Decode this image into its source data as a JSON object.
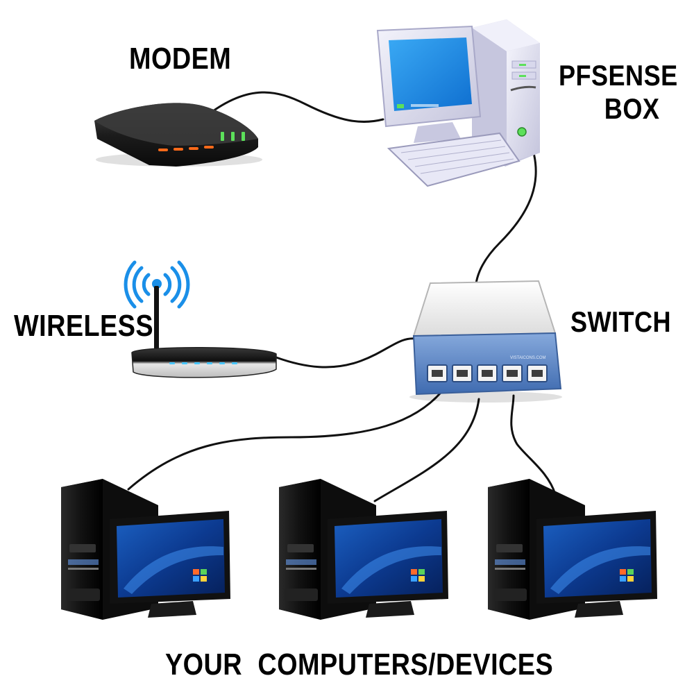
{
  "labels": {
    "modem": "MODEM",
    "pfsense_line1": "PFSENSE",
    "pfsense_line2": "BOX",
    "switch": "SWITCH",
    "wireless": "WIRELESS",
    "bottom_part1": "YOUR",
    "bottom_part2": "COMPUTERS/DEVICES"
  },
  "switch_brand": "VISTAICONS.COM",
  "colors": {
    "cable": "#111111",
    "modem_body": "#1c1c1c",
    "modem_green_led": "#5ce05a",
    "modem_orange_led": "#ff6a1a",
    "pc_beige": "#dcdcf0",
    "pc_screen": "#1f8fe6",
    "switch_blue": "#5a86c6",
    "switch_top": "#f2f2f2",
    "wifi_blue": "#1a8fe8",
    "router_led": "#49c6ff",
    "desktop_black": "#151515",
    "monitor_screen": "#0d3c8c"
  },
  "icons": {
    "modem": "modem-icon",
    "pfsense": "pfsense-pc-icon",
    "switch": "network-switch-icon",
    "wireless": "wireless-router-icon",
    "computer": "desktop-computer-icon"
  }
}
